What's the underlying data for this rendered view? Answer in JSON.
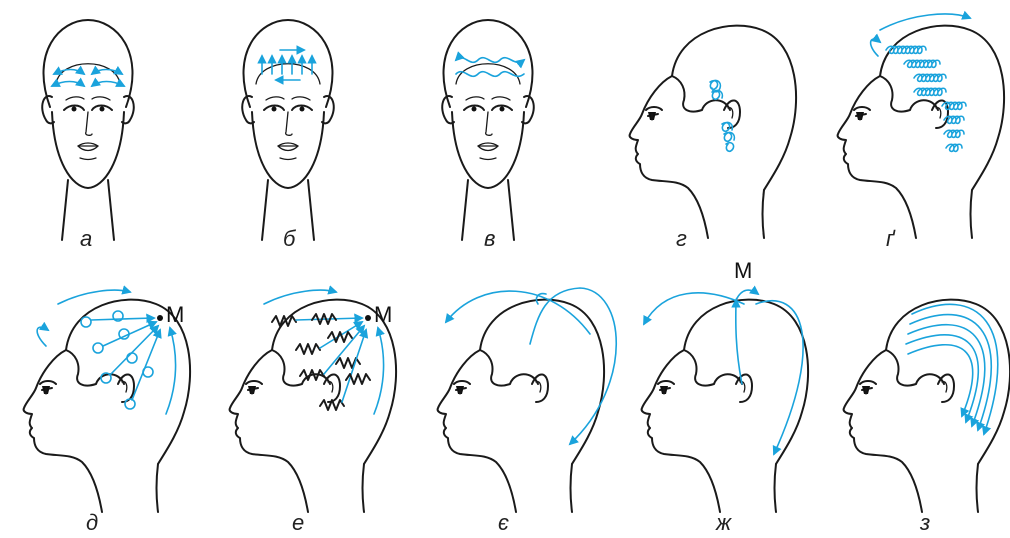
{
  "captions": {
    "a": "а",
    "b": "б",
    "v": "в",
    "h": "г",
    "g": "ґ",
    "d": "д",
    "e": "е",
    "ye": "є",
    "zh": "ж",
    "z": "з"
  },
  "marks": {
    "d": "М",
    "e": "М",
    "zh": "М"
  },
  "colors": {
    "arrow": "#1aa3dc",
    "outline": "#1a1a1a"
  }
}
